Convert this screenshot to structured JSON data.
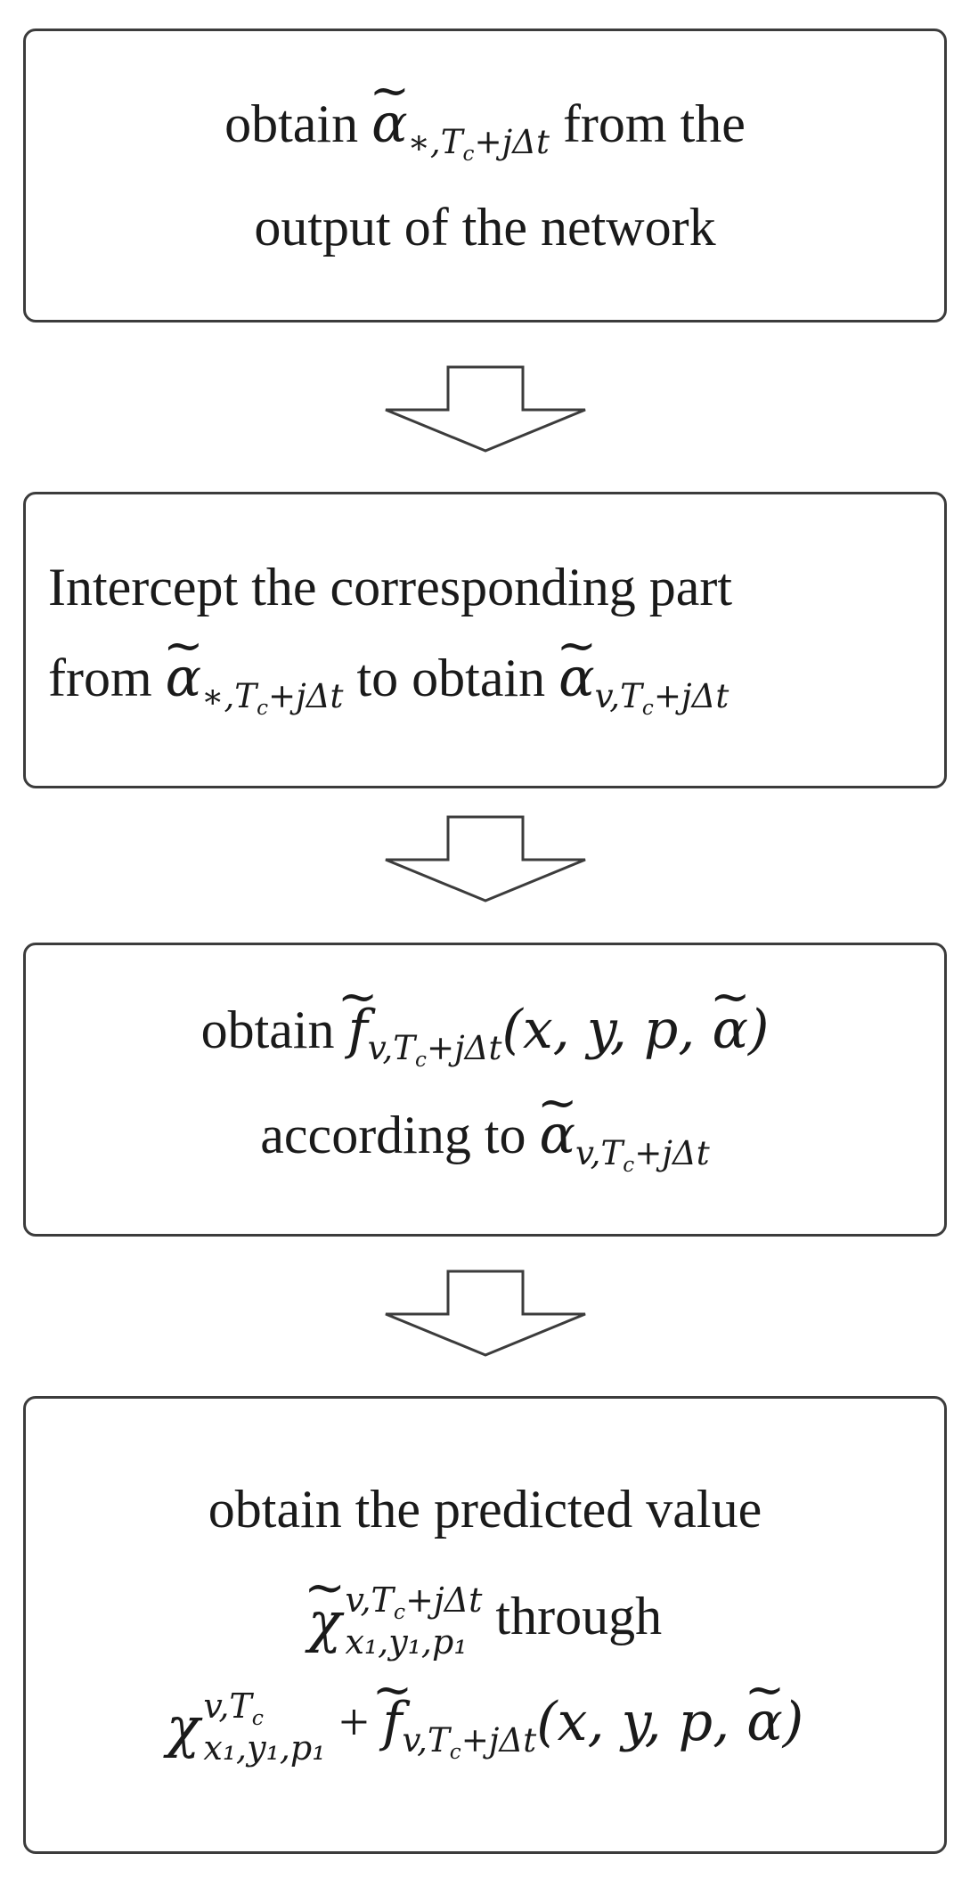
{
  "steps": [
    {
      "line1_pre": "obtain ",
      "line1_sym": "α",
      "line1_sub": "∗,T",
      "line1_sub_c": "c",
      "line1_sub_rest": "+jΔt",
      "line1_post": " from the",
      "line2": "output of the network"
    },
    {
      "line1": "Intercept the corresponding part",
      "line2_pre": "from ",
      "line2_sym": "α",
      "line2_sub": "∗,T",
      "line2_sub_c": "c",
      "line2_sub_rest": "+jΔt",
      "line2_mid": " to obtain ",
      "line2_sym2": "α",
      "line2_sub2": "v,T",
      "line2_sub2_c": "c",
      "line2_sub2_rest": "+jΔt"
    },
    {
      "line1_pre": "obtain ",
      "line1_sym": "f",
      "line1_sub": "v,T",
      "line1_sub_c": "c",
      "line1_sub_rest": "+jΔt",
      "line1_args": "(x, y, p, ",
      "line1_arg_sym": "α",
      "line1_args_end": ")",
      "line2_pre": "according to ",
      "line2_sym": "α",
      "line2_sub": "v,T",
      "line2_sub_c": "c",
      "line2_sub_rest": "+jΔt"
    },
    {
      "line1": "obtain the predicted value",
      "line2_sym": "χ",
      "line2_sup": "v,T",
      "line2_sup_c": "c",
      "line2_sup_rest": "+jΔt",
      "line2_sub": "x₁,y₁,p₁",
      "line2_post": " through",
      "line3_sym": "χ",
      "line3_sup": "v,T",
      "line3_sup_c": "c",
      "line3_sub": "x₁,y₁,p₁",
      "line3_plus": " + ",
      "line3_sym2": "f",
      "line3_sub2": "v,T",
      "line3_sub2_c": "c",
      "line3_sub2_rest": "+jΔt",
      "line3_args": "(x, y, p, ",
      "line3_arg_sym": "α",
      "line3_args_end": ")"
    }
  ],
  "colors": {
    "border": "#3c3c3c",
    "text": "#1a1a1a",
    "arrow_fill": "#ffffff"
  }
}
